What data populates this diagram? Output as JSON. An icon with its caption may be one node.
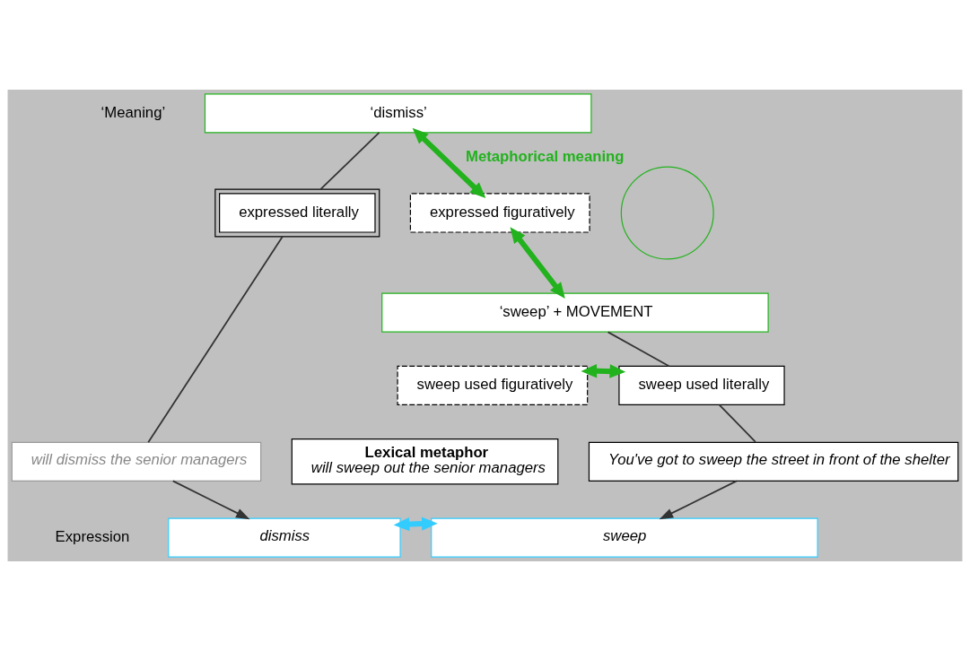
{
  "diagram": {
    "nodes": [
      {
        "text": [
          "‘dismiss’"
        ]
      },
      {
        "text": [
          "expressed literally"
        ]
      },
      {
        "text": [
          "expressed figuratively"
        ]
      },
      {
        "text": [
          "‘sweep’ + MOVEMENT"
        ]
      },
      {
        "text": [
          "sweep used figuratively"
        ]
      },
      {
        "text": [
          "sweep used literally"
        ]
      },
      {
        "text": [
          "will dismiss the senior managers"
        ]
      },
      {
        "text": [
          "Lexical metaphor",
          "will sweep out the senior managers"
        ]
      },
      {
        "text": [
          "You've got to sweep the street in front of the shelter"
        ]
      },
      {
        "text": [
          "dismiss"
        ]
      },
      {
        "text": [
          "sweep"
        ]
      },
      {
        "text": [],
        "shape": "circle",
        "beside": [
          "Metaphorical meaning"
        ]
      }
    ],
    "edges": [
      {
        "from": 0,
        "to": 1,
        "arrow": "none"
      },
      {
        "from": 1,
        "to": 6,
        "arrow": "none"
      },
      {
        "from": 6,
        "to": 9,
        "arrow": "to"
      },
      {
        "from": 0,
        "to": 2,
        "arrow": "both",
        "style": "thick",
        "color": "#22b21d"
      },
      {
        "from": 2,
        "to": 3,
        "arrow": "both",
        "style": "thick",
        "color": "#22b21d"
      },
      {
        "from": 3,
        "to": 5,
        "arrow": "none"
      },
      {
        "from": 4,
        "to": 5,
        "arrow": "both",
        "style": "thick",
        "color": "#22b21d"
      },
      {
        "from": 5,
        "to": 8,
        "arrow": "none"
      },
      {
        "from": 8,
        "to": 10,
        "arrow": "to"
      },
      {
        "from": 9,
        "to": 10,
        "arrow": "both",
        "style": "thick",
        "color": "#33ccff"
      }
    ],
    "labels": [
      "‘Meaning’",
      "Expression"
    ]
  }
}
